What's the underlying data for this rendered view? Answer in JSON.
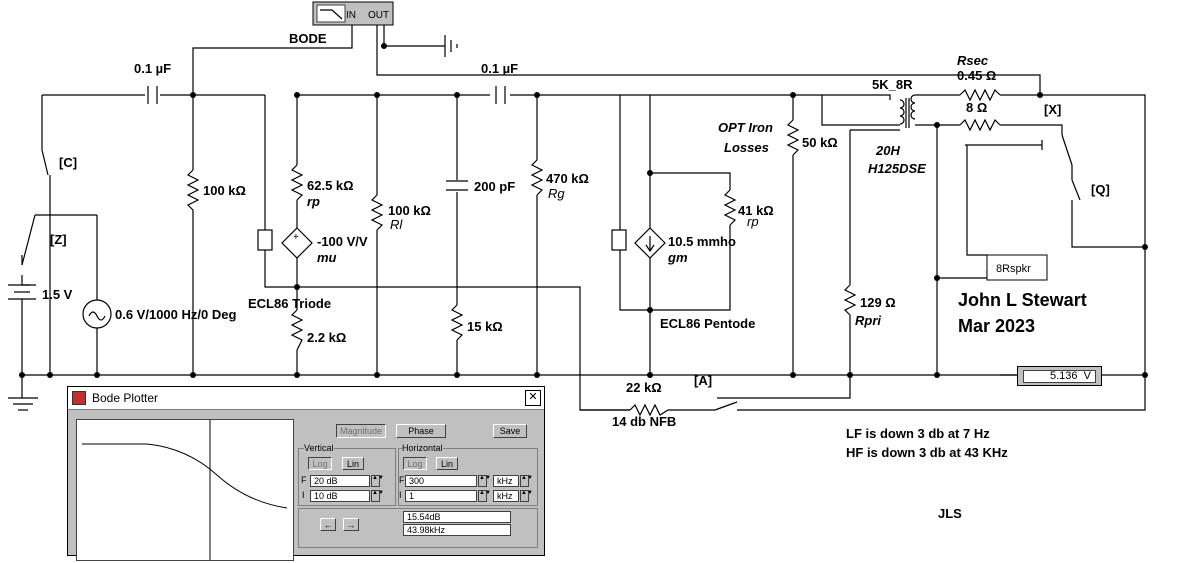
{
  "instruments": {
    "bode_block": {
      "label": "BODE",
      "in": "IN",
      "out": "OUT"
    },
    "voltmeter_reading": "5.136",
    "voltmeter_unit": "V"
  },
  "components": {
    "c1": "0.1 µF",
    "c2": "0.1 µF",
    "r_grid1": "100 kΩ",
    "rp1": "62.5 kΩ",
    "rp1_name": "rp",
    "src1": "-100 V/V",
    "src1_name": "mu",
    "rl1": "100 kΩ",
    "rl1_name": "Rl",
    "cp": "200 pF",
    "rg": "470 kΩ",
    "rg_name": "Rg",
    "rk1": "2.2 kΩ",
    "r15": "15 kΩ",
    "triode": "ECL86 Triode",
    "rp2": "41 kΩ",
    "rp2_name": "rp",
    "gm": "10.5 mmho",
    "gm_name": "gm",
    "pentode": "ECL86 Pentode",
    "opt_line1": "OPT Iron",
    "opt_line2": "Losses",
    "r50": "50 kΩ",
    "xfmr": "5K_8R",
    "xfmr_l": "20H",
    "xfmr_model": "H125DSE",
    "rsec_name": "Rsec",
    "rsec": "0.45 Ω",
    "r8": "8 Ω",
    "rpri": "129 Ω",
    "rpri_name": "Rpri",
    "spkr": "8Rspkr",
    "battery": "1.5 V",
    "ac_source": "0.6 V/1000 Hz/0 Deg",
    "rfb": "22 kΩ",
    "nfb": "14 db NFB",
    "sw_c": "[C]",
    "sw_z": "[Z]",
    "sw_x": "[X]",
    "sw_q": "[Q]",
    "sw_a": "[A]"
  },
  "notes": {
    "author": "John L Stewart",
    "date": "Mar 2023",
    "lf": "LF is down 3 db at 7 Hz",
    "hf": "HF is down 3 db at 43 KHz",
    "initials": "JLS"
  },
  "bode_window": {
    "title": "Bode Plotter",
    "magnitude": "Magnitude",
    "phase": "Phase",
    "save": "Save",
    "vertical": "Vertical",
    "horizontal": "Horizontal",
    "log": "Log",
    "lin": "Lin",
    "f_label": "F",
    "i_label": "I",
    "v_final": "20 dB",
    "v_initial": "10 dB",
    "h_final": "300",
    "h_initial": "1",
    "h_unit": "kHz",
    "readout_db": "15.54dB",
    "readout_freq": "43.98kHz",
    "left_arrow": "←",
    "right_arrow": "→"
  }
}
